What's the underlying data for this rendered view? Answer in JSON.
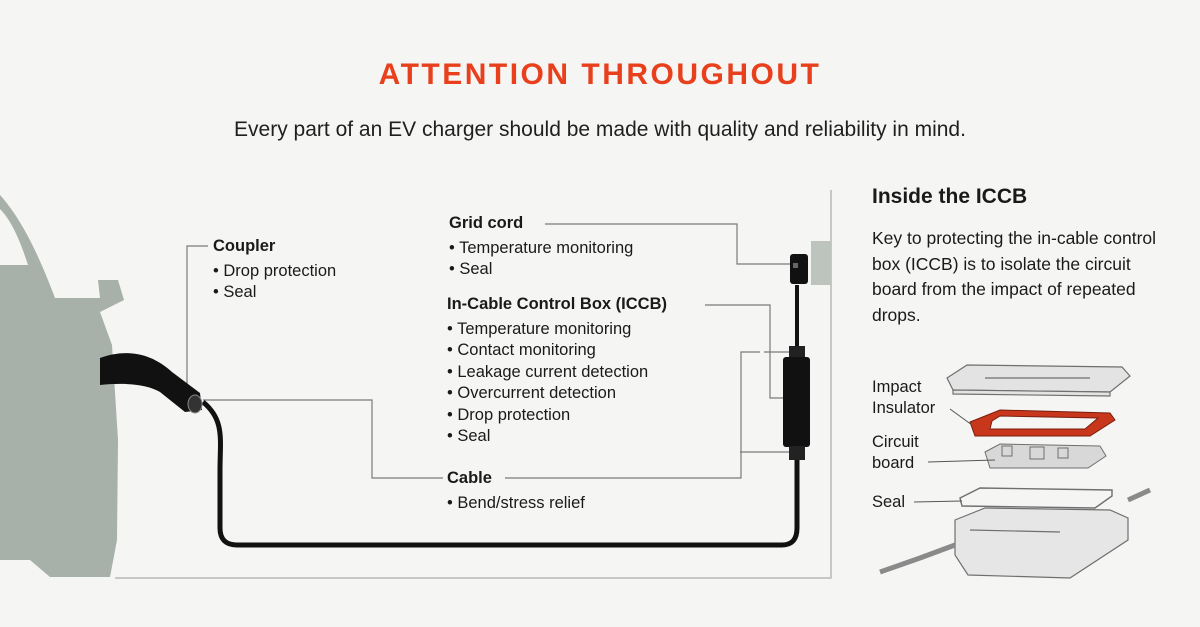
{
  "header": {
    "title": "ATTENTION THROUGHOUT",
    "subtitle": "Every part of an EV charger should be made with quality and reliability in mind."
  },
  "callouts": {
    "coupler": {
      "heading": "Coupler",
      "items": [
        "Drop protection",
        "Seal"
      ]
    },
    "grid_cord": {
      "heading": "Grid cord",
      "items": [
        "Temperature monitoring",
        "Seal"
      ]
    },
    "iccb": {
      "heading": "In-Cable Control Box (ICCB)",
      "items": [
        "Temperature monitoring",
        "Contact monitoring",
        "Leakage current detection",
        "Overcurrent detection",
        "Drop protection",
        "Seal"
      ]
    },
    "cable": {
      "heading": "Cable",
      "items": [
        "Bend/stress relief"
      ]
    }
  },
  "sidebar": {
    "title": "Inside the ICCB",
    "body": "Key to protecting the in-cable control box (ICCB) is to isolate the circuit board from the impact of repeated drops.",
    "parts": {
      "impact_insulator": [
        "Impact",
        "Insulator"
      ],
      "circuit_board": [
        "Circuit",
        "board"
      ],
      "seal": "Seal"
    }
  },
  "colors": {
    "accent": "#e8401c",
    "car": "#a7b0a9",
    "wall_line": "#b8b8b8",
    "leader_line": "#7a7a7a",
    "cable": "#111111",
    "insulator": "#c8361c"
  }
}
